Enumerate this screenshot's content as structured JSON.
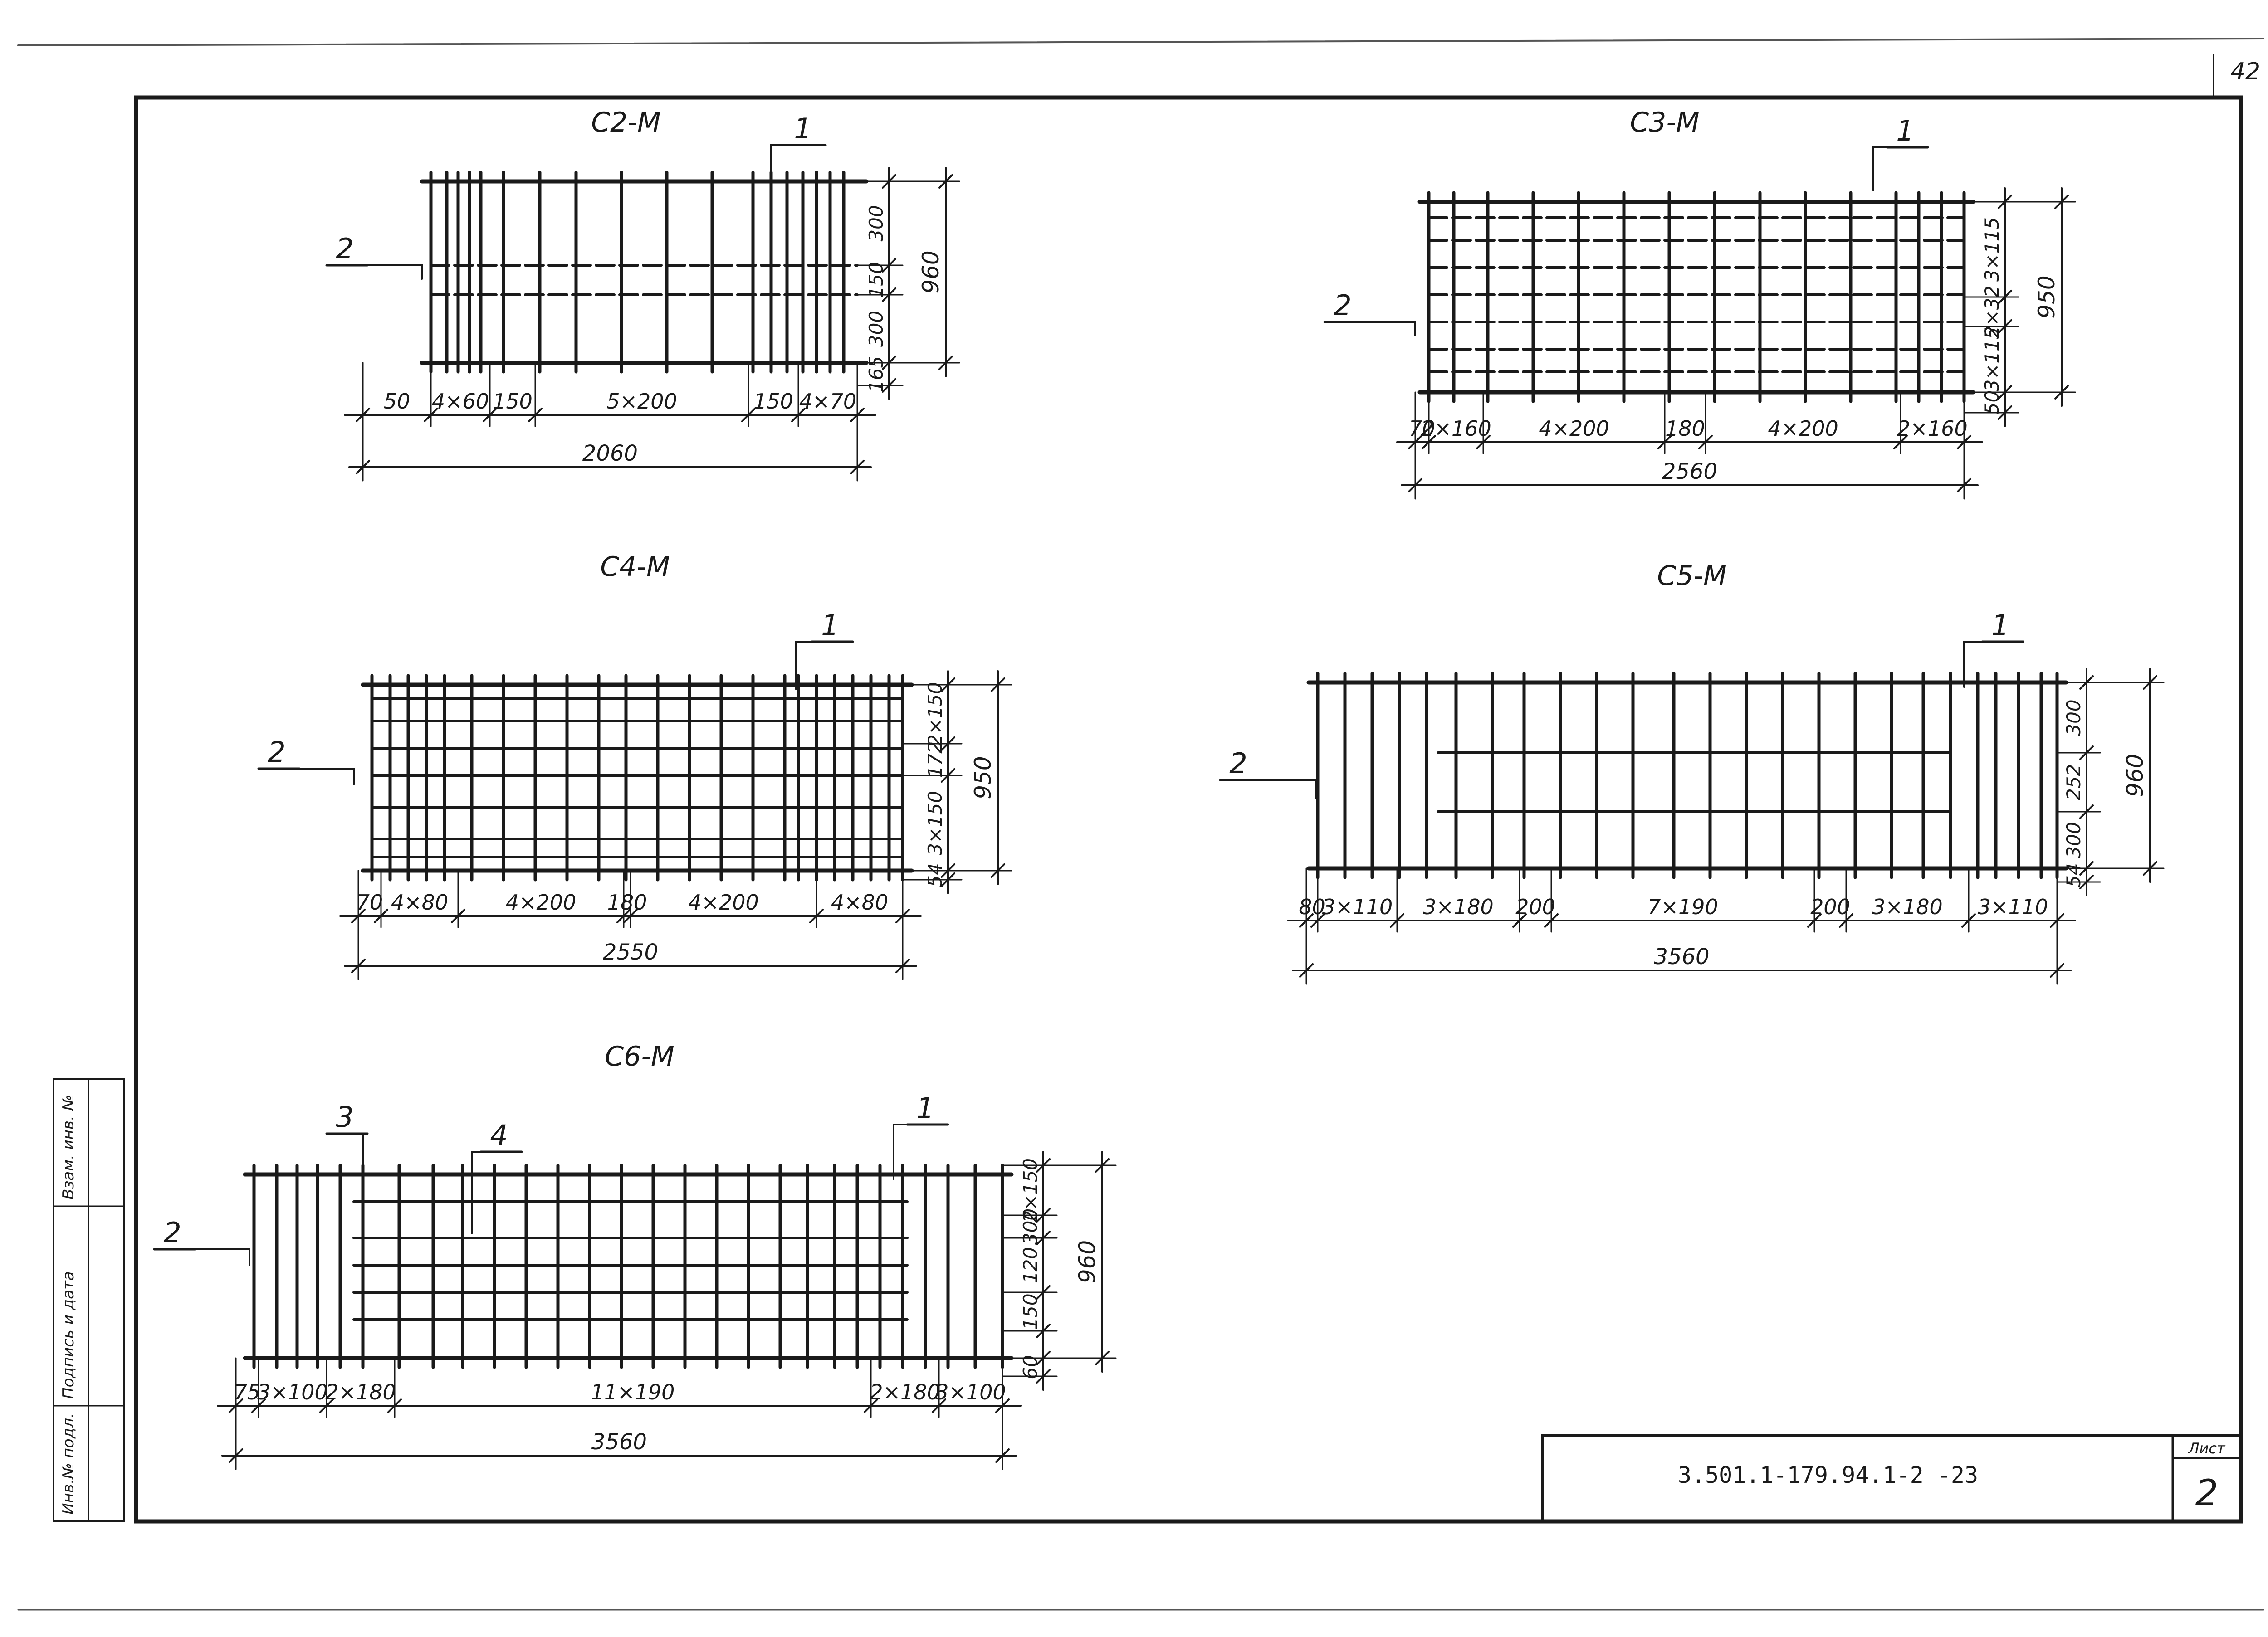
{
  "sheet": {
    "page_number": "42",
    "document_code": "3.501.1-179.94.1-2 -23",
    "sheet_label": "Лист",
    "sheet_number": "2",
    "side_stamp": [
      "Инв.№ подл.",
      "Подпись и дата",
      "Взам. инв. №"
    ]
  },
  "meshes": [
    {
      "id": "c2",
      "title": "С2-М",
      "callouts": [
        "1",
        "2"
      ],
      "bottom_dims": [
        "50",
        "4×60",
        "150",
        "5×200",
        "150",
        "4×70"
      ],
      "total_length": "2060",
      "side_dims": [
        "300",
        "150",
        "300",
        "165"
      ],
      "total_height": "960"
    },
    {
      "id": "c3",
      "title": "С3-М",
      "callouts": [
        "1",
        "2"
      ],
      "bottom_dims": [
        "70",
        "2×160",
        "4×200",
        "180",
        "4×200",
        "2×160"
      ],
      "total_length": "2560",
      "side_dims": [
        "3×115",
        "2×32",
        "3×115",
        "50"
      ],
      "total_height": "950"
    },
    {
      "id": "c4",
      "title": "С4-М",
      "callouts": [
        "1",
        "2"
      ],
      "bottom_dims": [
        "70",
        "4×80",
        "4×200",
        "180",
        "4×200",
        "4×80"
      ],
      "total_length": "2550",
      "side_dims": [
        "2×150",
        "172",
        "3×150",
        "54"
      ],
      "total_height": "950"
    },
    {
      "id": "c5",
      "title": "С5-М",
      "callouts": [
        "1",
        "2"
      ],
      "bottom_dims": [
        "80",
        "3×110",
        "3×180",
        "200",
        "7×190",
        "200",
        "3×180",
        "3×110"
      ],
      "total_length": "3560",
      "side_dims": [
        "300",
        "252",
        "300",
        "54"
      ],
      "total_height": "960"
    },
    {
      "id": "c6",
      "title": "С6-М",
      "callouts": [
        "1",
        "2",
        "3",
        "4"
      ],
      "bottom_dims": [
        "75",
        "3×100",
        "2×180",
        "11×190",
        "2×180",
        "3×100"
      ],
      "total_length": "3560",
      "side_dims": [
        "2×150",
        "300",
        "120",
        "150",
        "60"
      ],
      "total_height": "960"
    }
  ]
}
